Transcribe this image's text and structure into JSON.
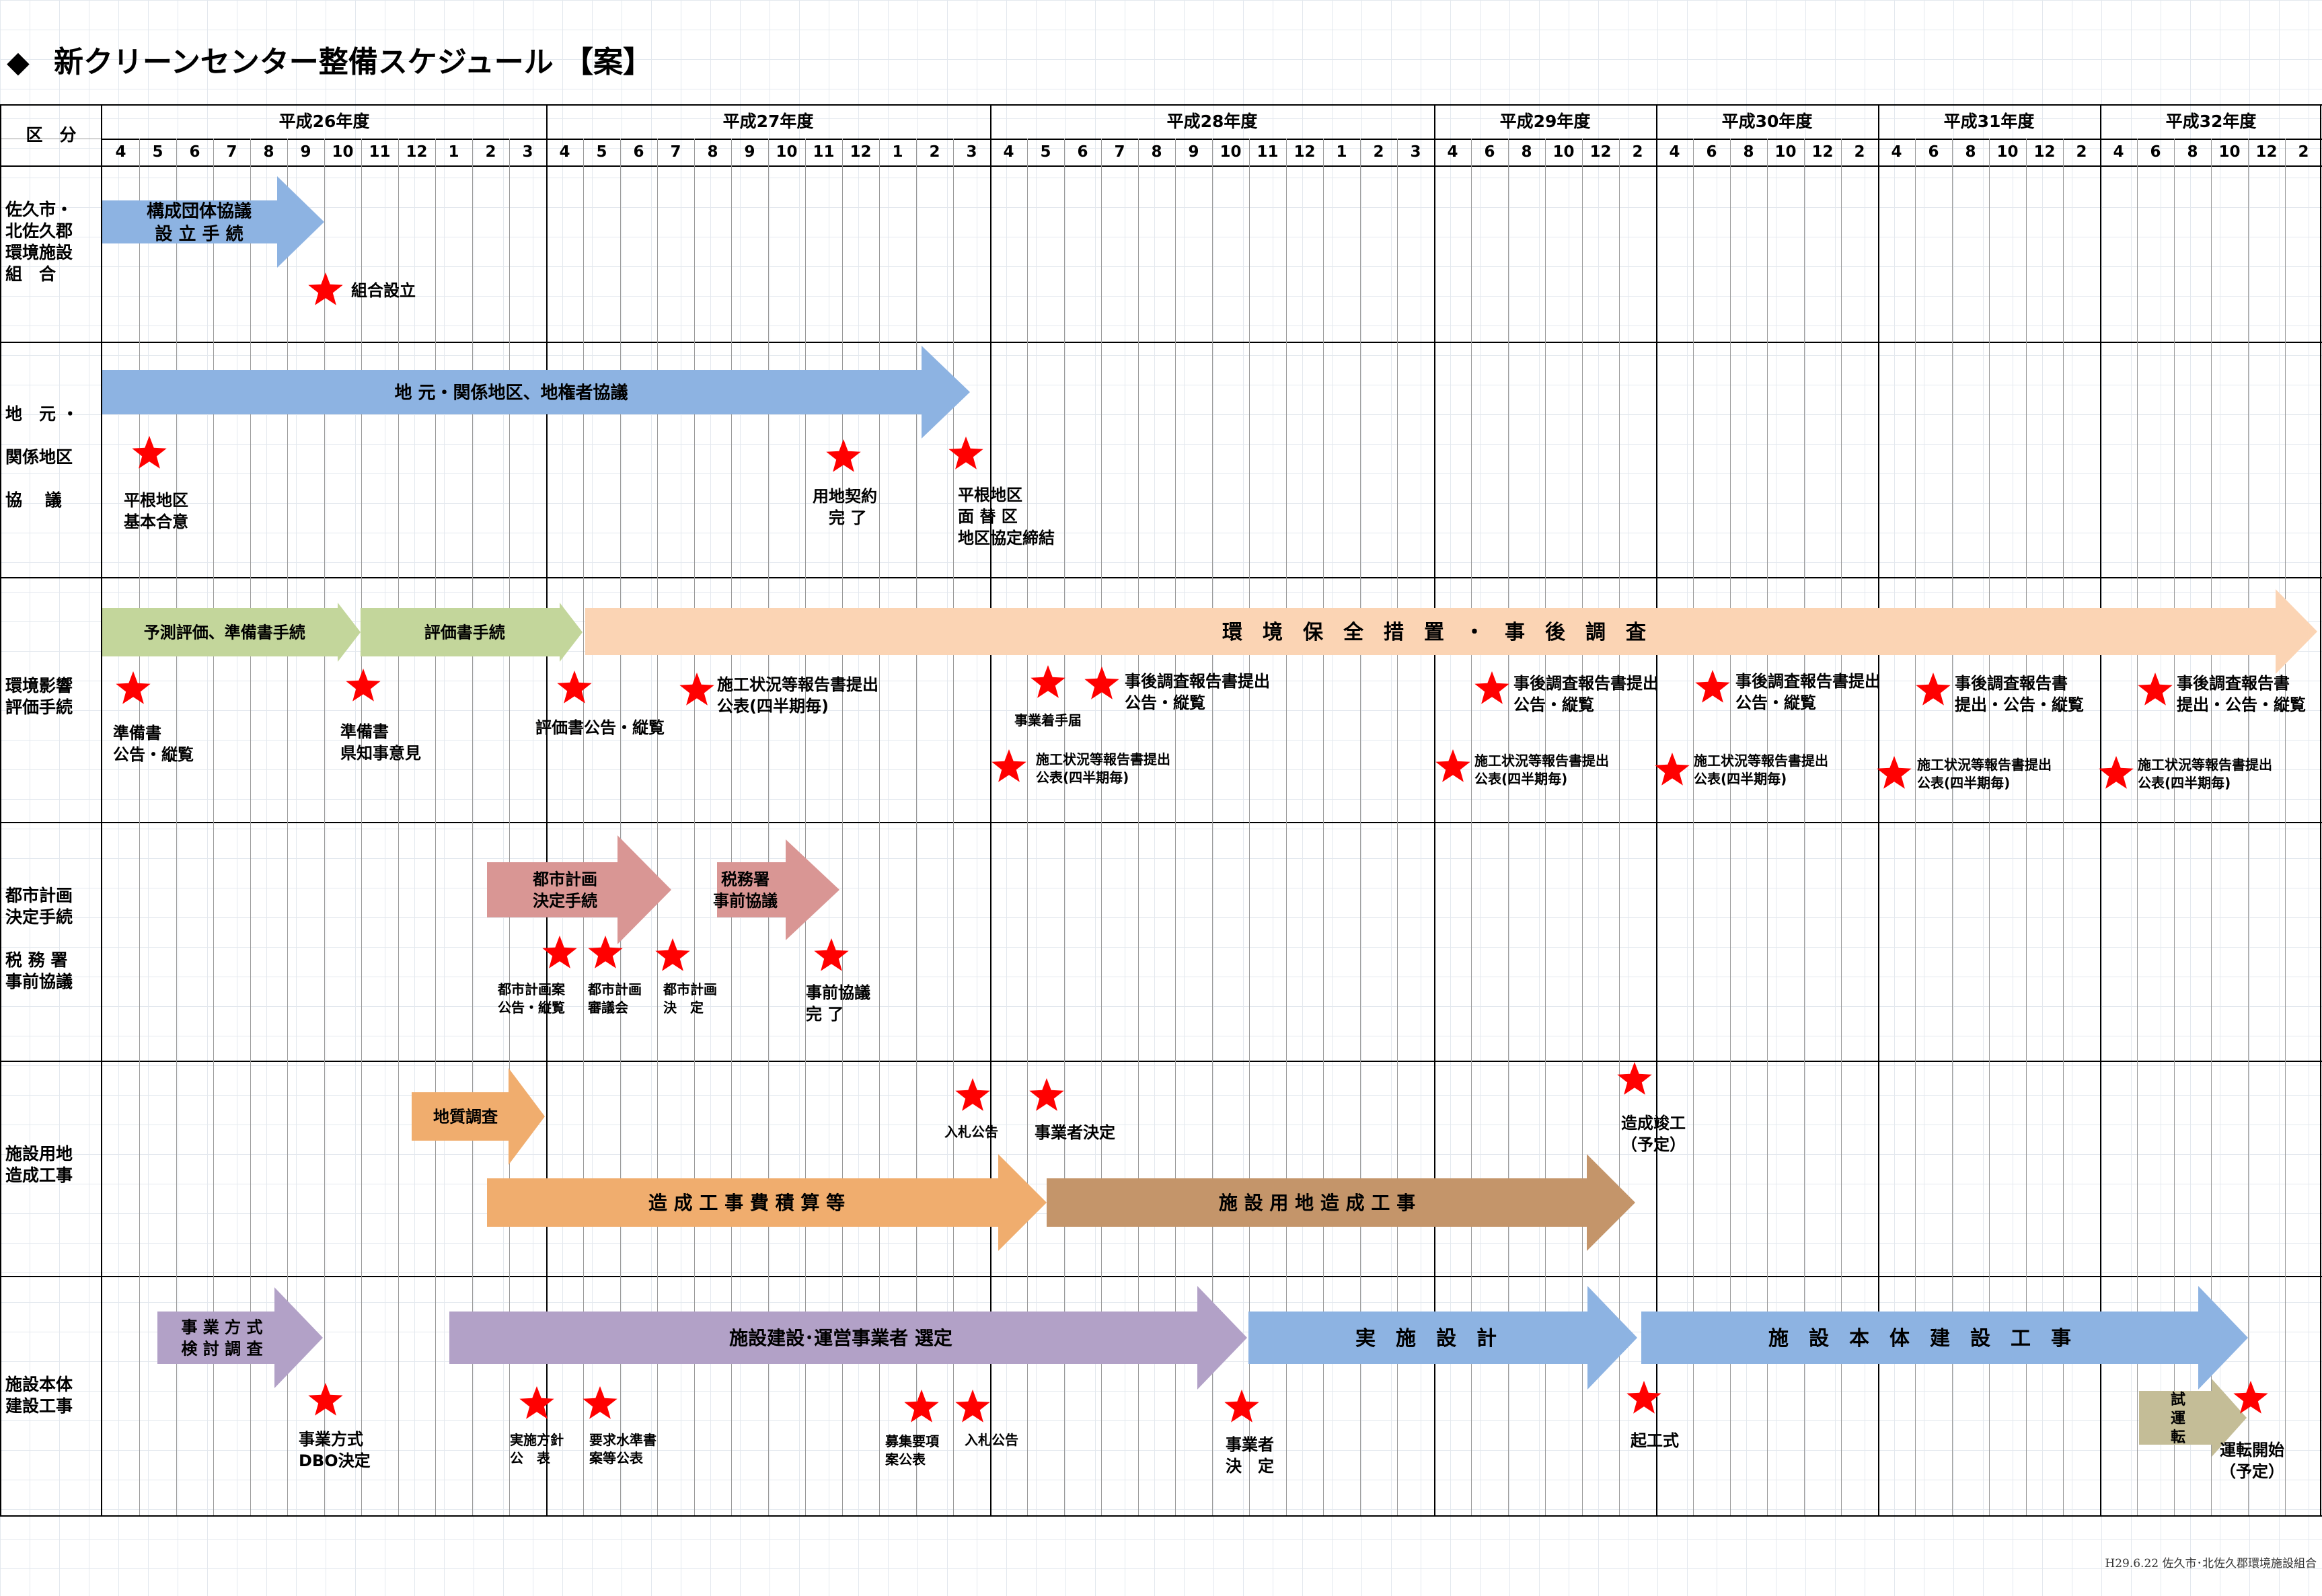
{
  "title": "新クリーンセンター整備スケジュール 【案】",
  "title_marker": "◆",
  "header": {
    "category_label": "区　分",
    "years": [
      "平成26年度",
      "平成27年度",
      "平成28年度",
      "平成29年度",
      "平成30年度",
      "平成31年度",
      "平成32年度"
    ],
    "months": [
      "4",
      "5",
      "6",
      "7",
      "8",
      "9",
      "10",
      "11",
      "12",
      "1",
      "2",
      "3",
      "4",
      "5",
      "6",
      "7",
      "8",
      "9",
      "10",
      "11",
      "12",
      "1",
      "2",
      "3",
      "4",
      "5",
      "6",
      "7",
      "8",
      "9",
      "10",
      "11",
      "12",
      "1",
      "2",
      "3",
      "4",
      "6",
      "8",
      "10",
      "12",
      "2",
      "4",
      "6",
      "8",
      "10",
      "12",
      "2",
      "4",
      "6",
      "8",
      "10",
      "12",
      "2",
      "4",
      "6",
      "8",
      "10",
      "12",
      "2"
    ]
  },
  "rows": [
    {
      "label": "佐久市・\n北佐久郡\n環境施設\n組　合"
    },
    {
      "label": "地　元 ・\n\n関係地区\n\n協　 議"
    },
    {
      "label": "環境影響\n評価手続"
    },
    {
      "label": "都市計画\n決定手続\n\n税 務 署\n事前協議"
    },
    {
      "label": "施設用地\n造成工事"
    },
    {
      "label": "施設本体\n建設工事"
    }
  ],
  "arrows": {
    "r1_setup": "構成団体協議\n設 立 手 続",
    "r2_local": "地 元・関係地区、地権者協議",
    "r3_prediction": "予測評価、準備書手続",
    "r3_assessment": "評価書手続",
    "r3_env": "環　境　保　全　措　置　・　事　後　調　査",
    "r4_city": "都市計画\n決定手続",
    "r4_tax": "税務署\n事前協議",
    "r5_geo": "地質調査",
    "r5_cost": "造 成 工 事 費 積 算 等",
    "r5_work": "施 設 用 地 造 成 工 事",
    "r6_method": "事 業 方 式\n検 討 調 査",
    "r6_select": "施設建設･運営事業者 選定",
    "r6_design": "実　施　設　計",
    "r6_build": "施　設　本　体　建　設　工　事",
    "r6_trial": "試\n運\n転"
  },
  "labels": {
    "r1_union": "組合設立",
    "r2_hirane": "平根地区\n基本合意",
    "r2_land": "用地契約\n　完 了",
    "r2_agree": "平根地区\n面 替 区\n地区協定締結",
    "r3_prep": "準備書\n公告・縦覧",
    "r3_gov": "準備書\n県知事意見",
    "r3_eval": "評価書公告・縦覧",
    "r3_cons1": "施工状況等報告書提出\n公表(四半期毎)",
    "r3_start": "事業着手届",
    "r3_post1": "事後調査報告書提出\n公告・縦覧",
    "r3_cons2": "施工状況等報告書提出\n公表(四半期毎)",
    "r3_post2": "事後調査報告書提出\n公告・縦覧",
    "r3_cons3": "施工状況等報告書提出\n公表(四半期毎)",
    "r3_post3": "事後調査報告書提出\n公告・縦覧",
    "r3_cons4": "施工状況等報告書提出\n公表(四半期毎)",
    "r3_post4": "事後調査報告書\n提出・公告・縦覧",
    "r3_cons5": "施工状況等報告書提出\n公表(四半期毎)",
    "r3_post5": "事後調査報告書\n提出・公告・縦覧",
    "r3_cons6": "施工状況等報告書提出\n公表(四半期毎)",
    "r4_plan": "都市計画案\n公告・縦覧",
    "r4_council": "都市計画\n審議会",
    "r4_decide": "都市計画\n決　定",
    "r4_taxdone": "事前協議\n完 了",
    "r5_bid": "入札公告",
    "r5_contractor": "事業者決定",
    "r5_complete": "造成竣工\n（予定）",
    "r6_dbo": "事業方式\nDBO決定",
    "r6_policy": "実施方針\n公　表",
    "r6_req": "要求水準書\n案等公表",
    "r6_recruit": "募集要項\n案公表",
    "r6_bid": "入札公告",
    "r6_decide": "事業者\n決　定",
    "r6_ground": "起工式",
    "r6_op": "運転開始\n（予定）"
  },
  "colors": {
    "blue": "#8db3e2",
    "green": "#c3d69b",
    "peach": "#fbd4b4",
    "rose": "#d99694",
    "orange": "#f0ad6e",
    "brown": "#c4956a",
    "purple": "#b2a1c7",
    "khaki": "#c4bd97",
    "star": "#ff0000"
  },
  "footer": "H29.6.22 佐久市･北佐久郡環境施設組合"
}
